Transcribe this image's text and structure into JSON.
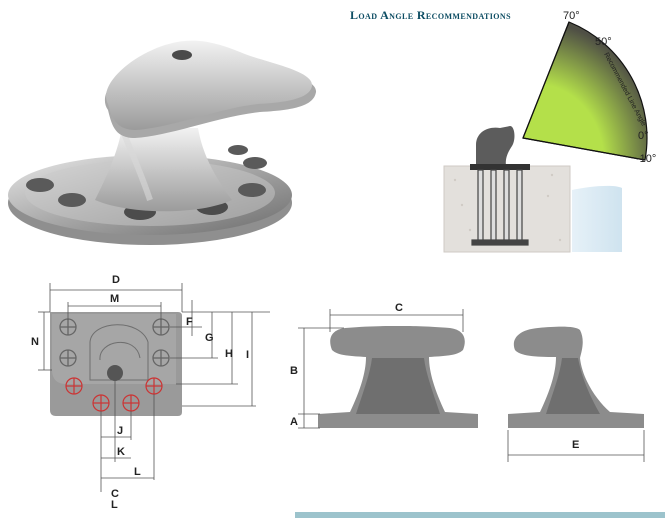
{
  "title": "Load Angle Recommendations",
  "angles": [
    "70°",
    "50°",
    "0°",
    "-10°"
  ],
  "arc_label": "Recommended Line Angle",
  "plan_dims": [
    "D",
    "M",
    "F",
    "G",
    "H",
    "I",
    "N",
    "J",
    "K",
    "L",
    "C",
    "L"
  ],
  "profile_dims": [
    "C",
    "B",
    "A",
    "E"
  ],
  "colors": {
    "title": "#0d4d63",
    "sector_green": "#b4e04a",
    "bollard_gray": "#8c8c8c",
    "plan_gray": "#9a9a9a",
    "concrete": "#e3e0dc",
    "water": "#d8eaf4",
    "bolt_holes_red": "#cc3333"
  }
}
